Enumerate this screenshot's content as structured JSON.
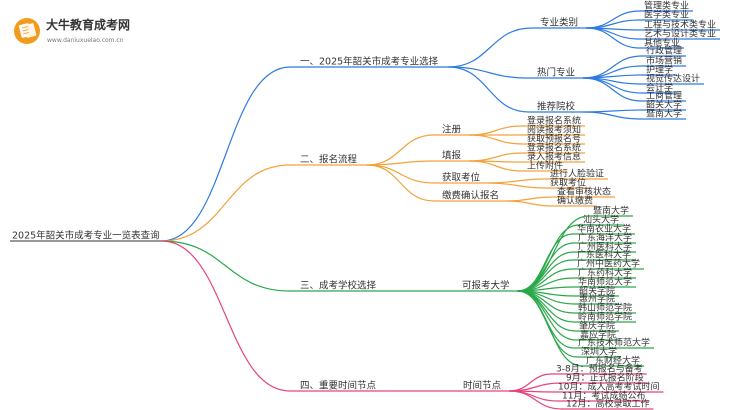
{
  "logo": {
    "title": "大牛教育成考网",
    "url": "www.daniuxuelao.com.cn",
    "icon": "book-icon",
    "color": "#f29b1d"
  },
  "colors": {
    "root_line": "#5a5a5a",
    "text": "#333333"
  },
  "root": "2025年韶关市成考专业一览表查询",
  "branches": [
    {
      "label": "一、2025年韶关市成考专业选择",
      "color": "#2f7be0",
      "children": [
        {
          "label": "专业类别",
          "children": [
            "管理类专业",
            "医学类专业",
            "工程与技术类专业",
            "艺术与设计类专业",
            "其他专业"
          ]
        },
        {
          "label": "热门专业",
          "children": [
            "行政管理",
            "市场营销",
            "护理学",
            "视觉传达设计",
            "会计学",
            "工商管理"
          ]
        },
        {
          "label": "推荐院校",
          "children": [
            "韶关大学",
            "暨南大学"
          ]
        }
      ]
    },
    {
      "label": "二、报名流程",
      "color": "#f2a33a",
      "children": [
        {
          "label": "注册",
          "children": [
            "登录报名系统",
            "阅读报考须知",
            "获取预报名号"
          ]
        },
        {
          "label": "填报",
          "children": [
            "登录报名系统",
            "录入报考信息",
            "上传附件"
          ]
        },
        {
          "label": "获取考位",
          "children": [
            "进行人脸验证",
            "获取考位"
          ]
        },
        {
          "label": "缴费确认报名",
          "children": [
            "查看审核状态",
            "确认缴费"
          ]
        }
      ]
    },
    {
      "label": "三、成考学校选择",
      "color": "#2aa84a",
      "children": [
        {
          "label": "可报考大学",
          "children": [
            "暨南大学",
            "汕头大学",
            "华南农业大学",
            "广东海洋大学",
            "广州医科大学",
            "广东医科大学",
            "广州中医药大学",
            "广东药科大学",
            "华南师范大学",
            "韶关学院",
            "惠州学院",
            "韩山师范学院",
            "岭南师范学院",
            "肇庆学院",
            "嘉应学院",
            "广东技术师范大学",
            "深圳大学",
            "广东财经大学"
          ]
        }
      ]
    },
    {
      "label": "四、重要时间节点",
      "color": "#e6447a",
      "children": [
        {
          "label": "时间节点",
          "children": [
            "3-8月：预报名与备考",
            "9月：正式报名阶段",
            "10月：成人高考考试时间",
            "11月：考试成绩公布",
            "12月：高校录取工作"
          ]
        }
      ]
    }
  ]
}
